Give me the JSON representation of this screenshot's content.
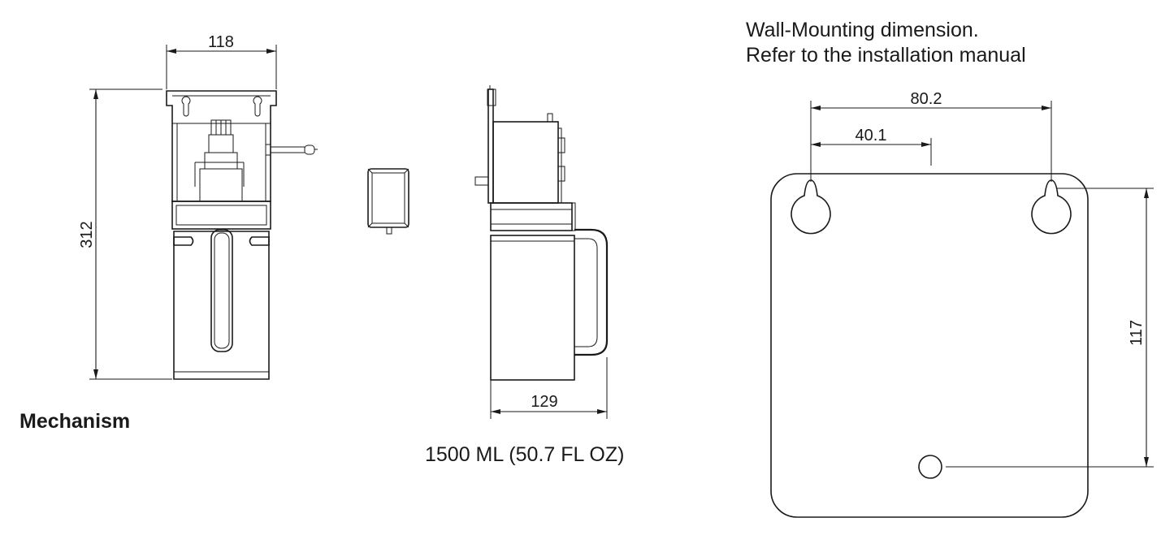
{
  "notes": {
    "wall_line1": "Wall-Mounting dimension.",
    "wall_line2": "Refer to the installation manual",
    "mechanism": "Mechanism",
    "capacity": "1500 ML (50.7 FL OZ)"
  },
  "dimensions": {
    "front_width": "118",
    "front_height": "312",
    "side_depth": "129",
    "hole_spacing": "80.2",
    "hole_offset": "40.1",
    "hole_vertical": "117"
  },
  "colors": {
    "line": "#1a1a1a",
    "background": "#ffffff"
  }
}
